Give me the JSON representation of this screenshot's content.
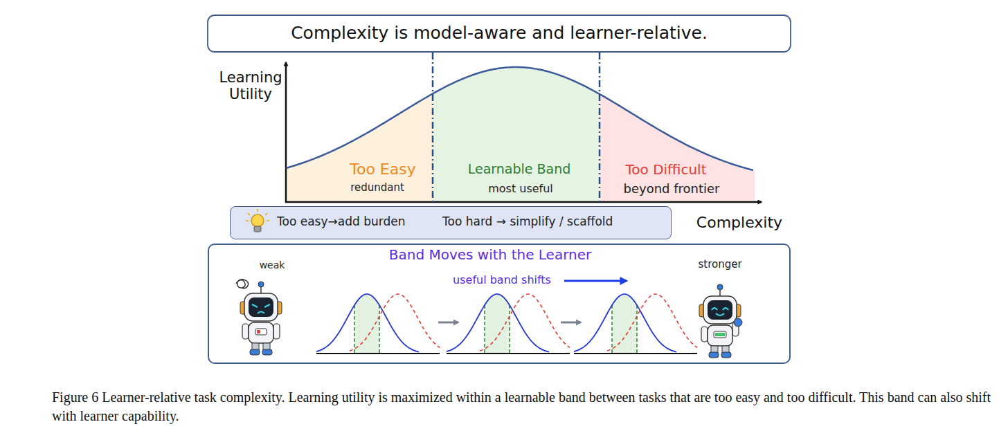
{
  "diagram": {
    "title": "Complexity is model-aware and learner-relative.",
    "caption": "Figure 6 Learner-relative task complexity. Learning utility is maximized within a learnable band between tasks that are too easy and too difficult. This band can also shift with learner capability.",
    "nodes": [
      {
        "text": [
          "Too Easy",
          "redundant"
        ]
      },
      {
        "text": [
          "Learnable Band",
          "most useful"
        ]
      },
      {
        "text": [
          "Too Difficult",
          "beyond frontier"
        ]
      },
      {
        "text": [
          "Too easy→add burden",
          "Too hard → simplify / scaffold"
        ]
      },
      {
        "text": [
          "Band Moves with the Learner",
          "weak",
          "useful band shifts",
          "stronger"
        ]
      }
    ],
    "labels": [
      "Learning Utility",
      "Complexity"
    ]
  }
}
